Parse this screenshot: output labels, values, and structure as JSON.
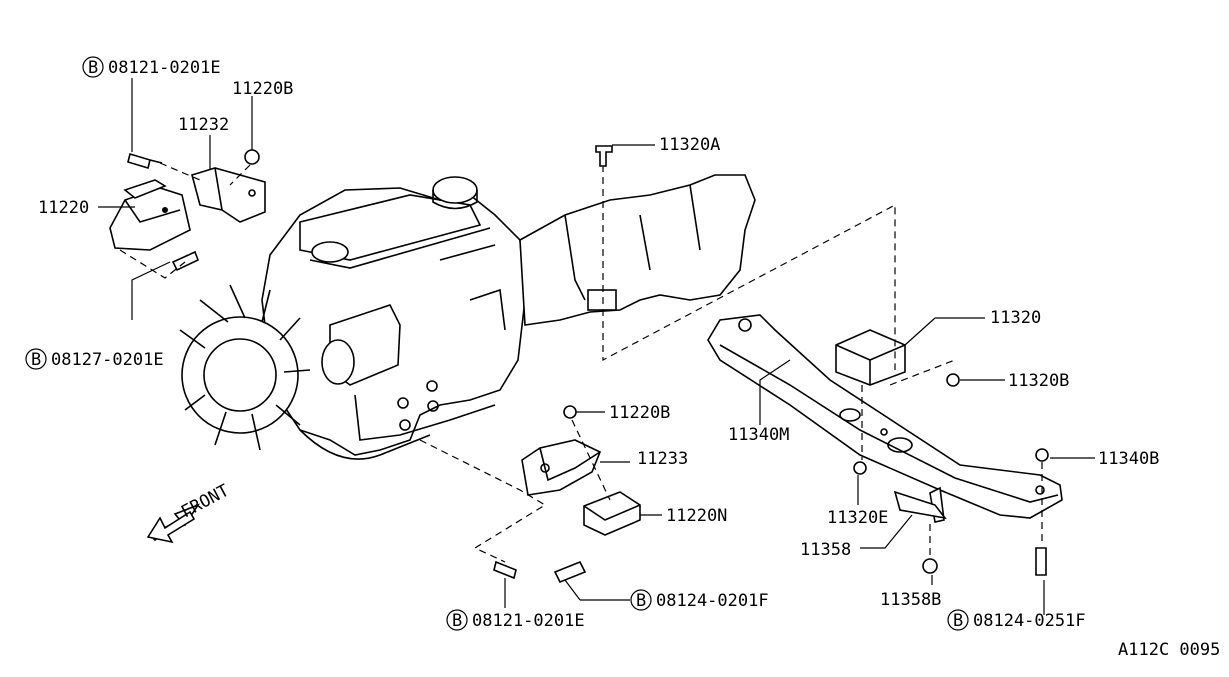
{
  "diagram": {
    "figure_code": "A112C 0095",
    "direction_label": "FRONT",
    "bolt_symbol": "B",
    "callouts": {
      "b_top": "08121-0201E",
      "c_11220B_top": "11220B",
      "c_11232": "11232",
      "c_11220": "11220",
      "b_left": "08127-0201E",
      "c_11320A": "11320A",
      "c_11320": "11320",
      "c_11320B": "11320B",
      "c_11340M": "11340M",
      "c_11340B": "11340B",
      "c_11220B_mid": "11220B",
      "c_11233": "11233",
      "c_11220N": "11220N",
      "c_11320E": "11320E",
      "c_11358": "11358",
      "c_11358B": "11358B",
      "b_bottom_left": "08121-0201E",
      "b_bottom_mid": "08124-0201F",
      "b_bottom_right": "08124-0251F"
    }
  }
}
